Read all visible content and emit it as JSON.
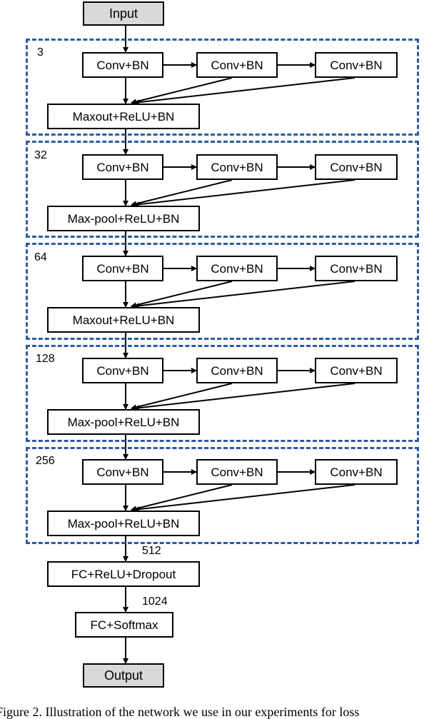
{
  "input_label": "Input",
  "output_label": "Output",
  "blocks": [
    {
      "channels": "3",
      "convs": [
        "Conv+BN",
        "Conv+BN",
        "Conv+BN"
      ],
      "merge": "Maxout+ReLU+BN"
    },
    {
      "channels": "32",
      "convs": [
        "Conv+BN",
        "Conv+BN",
        "Conv+BN"
      ],
      "merge": "Max-pool+ReLU+BN"
    },
    {
      "channels": "64",
      "convs": [
        "Conv+BN",
        "Conv+BN",
        "Conv+BN"
      ],
      "merge": "Maxout+ReLU+BN"
    },
    {
      "channels": "128",
      "convs": [
        "Conv+BN",
        "Conv+BN",
        "Conv+BN"
      ],
      "merge": "Max-pool+ReLU+BN"
    },
    {
      "channels": "256",
      "convs": [
        "Conv+BN",
        "Conv+BN",
        "Conv+BN"
      ],
      "merge": "Max-pool+ReLU+BN"
    }
  ],
  "fc1": {
    "size": "512",
    "label": "FC+ReLU+Dropout"
  },
  "fc2": {
    "size": "1024",
    "label": "FC+Softmax"
  },
  "caption": "Figure 2. Illustration of the network we use in our experiments for loss"
}
